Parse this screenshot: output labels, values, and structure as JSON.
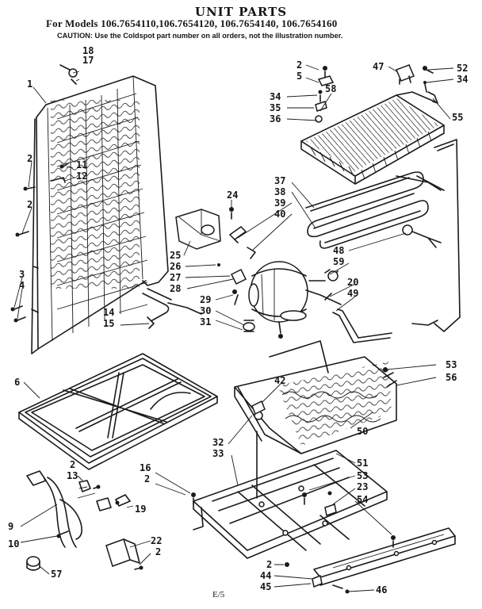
{
  "header": {
    "title": "UNIT PARTS",
    "models": "For Models 106.7654110,106.7654120, 106.7654140, 106.7654160",
    "caution": "CAUTION: Use the Coldspot part number on all orders, not the illustration number."
  },
  "footer": {
    "page_code": "E/5"
  },
  "callouts": {
    "c1": "1",
    "c18": "18",
    "c17": "17",
    "c2a": "2",
    "c11": "11",
    "c12": "12",
    "c2b": "2",
    "c3": "3",
    "c4": "4",
    "c14": "14",
    "c15": "15",
    "c24": "24",
    "c25": "25",
    "c26": "26",
    "c27": "27",
    "c28": "28",
    "c29": "29",
    "c30": "30",
    "c31": "31",
    "c37": "37",
    "c38": "38",
    "c39": "39",
    "c40": "40",
    "c2c": "2",
    "c5": "5",
    "c34a": "34",
    "c35": "35",
    "c36": "36",
    "c58": "58",
    "c47": "47",
    "c52": "52",
    "c34b": "34",
    "c55": "55",
    "c48": "48",
    "c59": "59",
    "c20": "20",
    "c49": "49",
    "c6": "6",
    "c53a": "53",
    "c56": "56",
    "c42": "42",
    "c32": "32",
    "c33": "33",
    "c50": "50",
    "c51": "51",
    "c53b": "53",
    "c23": "23",
    "c54": "54",
    "c16": "16",
    "c2d": "2",
    "c2e": "2",
    "c13": "13",
    "c19": "19",
    "c9": "9",
    "c10": "10",
    "c22": "22",
    "c2f": "2",
    "c57": "57",
    "c2g": "2",
    "c44": "44",
    "c45": "45",
    "c46": "46"
  }
}
